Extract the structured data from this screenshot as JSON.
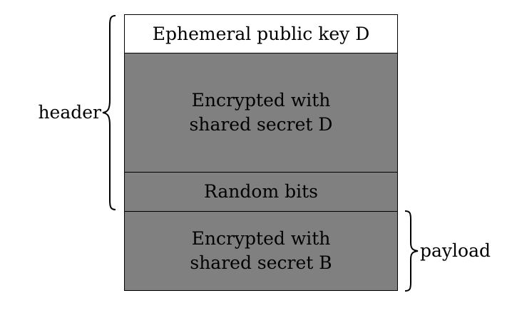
{
  "diagram": {
    "segments": [
      {
        "id": "key",
        "lines": [
          "Ephemeral public key D"
        ],
        "fill": "#ffffff"
      },
      {
        "id": "encD",
        "lines": [
          "Encrypted with",
          "shared secret D"
        ],
        "fill": "#808080"
      },
      {
        "id": "rand",
        "lines": [
          "Random bits"
        ],
        "fill": "#808080"
      },
      {
        "id": "encB",
        "lines": [
          "Encrypted with",
          "shared secret B"
        ],
        "fill": "#808080"
      }
    ],
    "labels": {
      "header": "header",
      "payload": "payload"
    }
  }
}
